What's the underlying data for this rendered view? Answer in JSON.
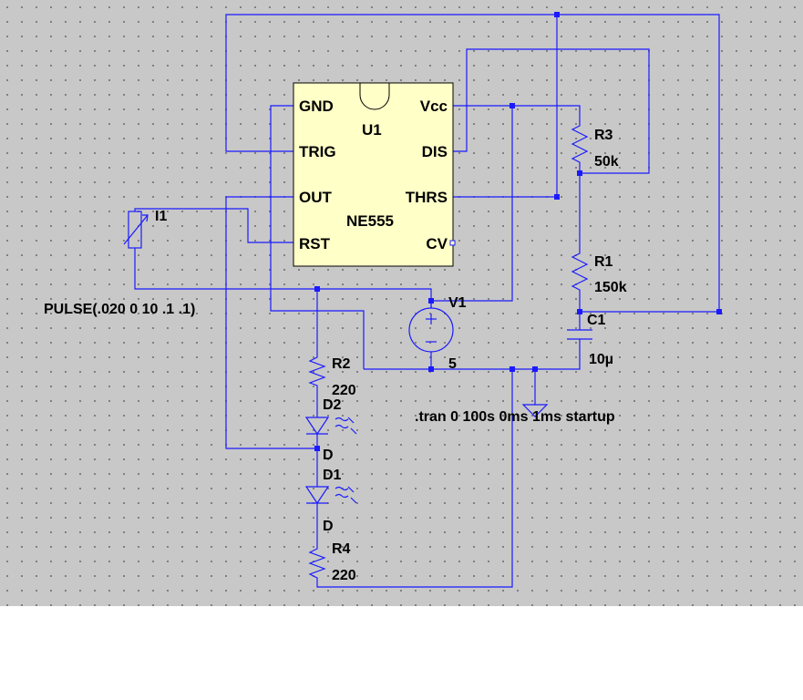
{
  "canvas": {
    "background": "#c8c8c8",
    "wire_color": "#1a1aff",
    "ic_fill": "#ffffc8"
  },
  "u1": {
    "ref": "U1",
    "part": "NE555",
    "pins": {
      "gnd": "GND",
      "trig": "TRIG",
      "out": "OUT",
      "rst": "RST",
      "vcc": "Vcc",
      "dis": "DIS",
      "thrs": "THRS",
      "cv": "CV"
    }
  },
  "i1": {
    "ref": "I1",
    "value": "PULSE(.020 0 10 .1 .1)"
  },
  "v1": {
    "ref": "V1",
    "value": "5"
  },
  "r1": {
    "ref": "R1",
    "value": "150k"
  },
  "r2": {
    "ref": "R2",
    "value": "220"
  },
  "r3": {
    "ref": "R3",
    "value": "50k"
  },
  "r4": {
    "ref": "R4",
    "value": "220"
  },
  "c1": {
    "ref": "C1",
    "value": "10µ"
  },
  "d1": {
    "ref": "D1",
    "value": "D"
  },
  "d2": {
    "ref": "D2",
    "value": "D"
  },
  "directive": ".tran 0 100s 0ms 1ms startup"
}
